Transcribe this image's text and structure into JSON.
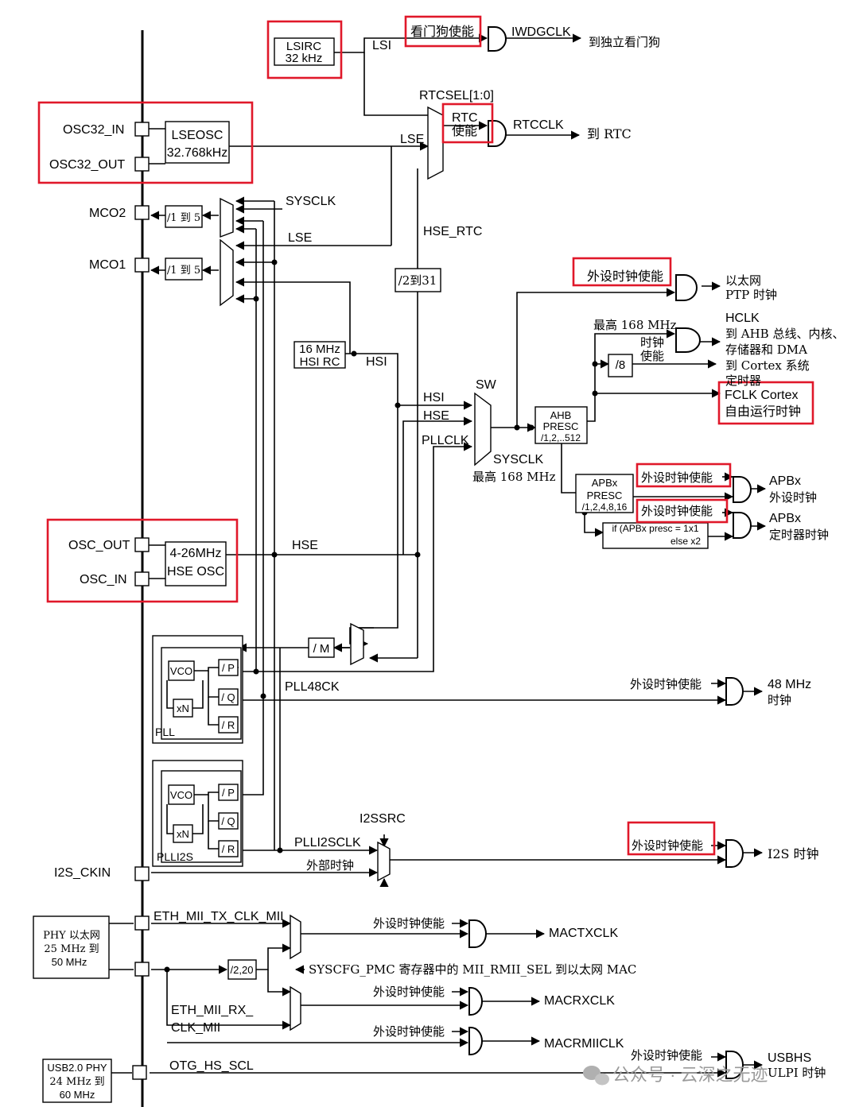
{
  "pins": {
    "osc32_in": "OSC32_IN",
    "osc32_out": "OSC32_OUT",
    "mco2": "MCO2",
    "mco1": "MCO1",
    "osc_out": "OSC_OUT",
    "osc_in": "OSC_IN",
    "i2s_ckin": "I2S_CKIN"
  },
  "blocks": {
    "lsirc": [
      "LSIRC",
      "32 kHz"
    ],
    "lseosc": [
      "LSEOSC",
      "32.768kHz"
    ],
    "hsirc": [
      "16 MHz",
      "HSI RC"
    ],
    "hseosc": [
      "4-26MHz",
      "HSE OSC"
    ],
    "div_mco": "/1 到 5",
    "div_rtc": "/2到31",
    "div_m": "/ M",
    "div_8": "/8",
    "ahb": [
      "AHB",
      "PRESC",
      "/1,2,..512"
    ],
    "apb": [
      "APBx",
      "PRESC",
      "/1,2,4,8,16"
    ],
    "apb_timer": [
      "if (APBx presc = 1x1",
      "else x2"
    ],
    "pll": "PLL",
    "plli2s": "PLLI2S",
    "vco": "VCO",
    "xn": "xN",
    "div_p": "/ P",
    "div_q": "/ Q",
    "div_r": "/ R",
    "div_220": "/2,20",
    "phy_eth": [
      "PHY 以太网",
      "25 MHz 到",
      "50 MHz"
    ],
    "phy_usb": [
      "USB2.0 PHY",
      "24 MHz 到",
      "60 MHz"
    ]
  },
  "signals": {
    "lsi": "LSI",
    "lse": "LSE",
    "lse2": "LSE",
    "rtcsel": "RTCSEL[1:0]",
    "sysclk_mco": "SYSCLK",
    "hse_rtc": "HSE_RTC",
    "hsi": "HSI",
    "hsi_sw": "HSI",
    "hse_sw": "HSE",
    "pllclk": "PLLCLK",
    "sw": "SW",
    "sysclk": "SYSCLK",
    "sysclk_max": "最高 168 MHz",
    "hclk_max": "最高 168 MHz",
    "hse": "HSE",
    "pll48ck": "PLL48CK",
    "plli2sclk": "PLLI2SCLK",
    "i2ssrc": "I2SSRC",
    "ext_clk": "外部时钟",
    "eth_tx": "ETH_MII_TX_CLK_MII",
    "eth_rx": [
      "ETH_MII_RX_",
      "CLK_MII"
    ],
    "syscfg": "SYSCFG_PMC 寄存器中的 MII_RMII_SEL 到以太网 MAC",
    "otg": "OTG_HS_SCL"
  },
  "enables": {
    "iwdg": "看门狗使能",
    "rtc": [
      "RTC",
      "使能"
    ],
    "ptp": "外设时钟使能",
    "hclk": [
      "时钟",
      "使能"
    ],
    "apb_periph": "外设时钟使能",
    "apb_timer": "外设时钟使能",
    "usb48": "外设时钟使能",
    "i2s": "外设时钟使能",
    "mactx": "外设时钟使能",
    "macrx": "外设时钟使能",
    "macrmii": "外设时钟使能",
    "usbhs": "外设时钟使能"
  },
  "outputs": {
    "iwdgclk": "IWDGCLK",
    "iwdg_dest": "到独立看门狗",
    "rtcclk": "RTCCLK",
    "rtc_dest": "到 RTC",
    "ptp": [
      "以太网",
      "PTP 时钟"
    ],
    "hclk": [
      "HCLK",
      "到 AHB 总线、内核、",
      "存储器和 DMA"
    ],
    "cortex": [
      "到 Cortex 系统",
      "定时器"
    ],
    "fclk": [
      "FCLK Cortex",
      "自由运行时钟"
    ],
    "apb_periph": [
      "APBx",
      "外设时钟"
    ],
    "apb_timer": [
      "APBx",
      "定时器时钟"
    ],
    "usb48": [
      "48 MHz",
      "时钟"
    ],
    "i2s": "I2S 时钟",
    "mactxclk": "MACTXCLK",
    "macrxclk": "MACRXCLK",
    "macrmiiclk": "MACRMIICLK",
    "usbhs": [
      "USBHS",
      "ULPI 时钟"
    ]
  },
  "watermark": "公众号 · 云深之无迹"
}
